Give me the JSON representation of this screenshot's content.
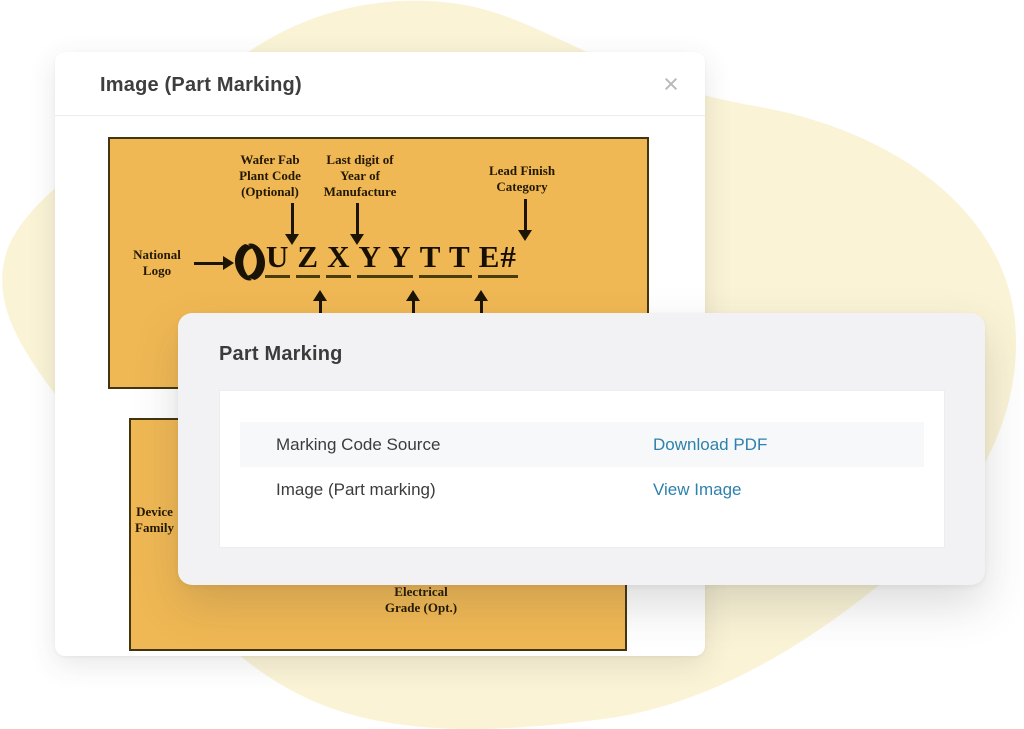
{
  "modal": {
    "title": "Image (Part Marking)",
    "close_glyph": "×",
    "diagram": {
      "labels": {
        "wafer_fab": "Wafer Fab\nPlant Code\n(Optional)",
        "last_digit": "Last digit of\nYear of\nManufacture",
        "lead_finish": "Lead Finish\nCategory",
        "national_logo": "National\nLogo"
      },
      "marking_units": [
        "U",
        "Z",
        "X",
        "Y Y",
        "T T",
        "E#"
      ],
      "logo_name": "national-semiconductor-logo"
    },
    "diagram_bottom": {
      "labels": {
        "device_family": "Device\nFamily",
        "electrical_grade": "Electrical\nGrade (Opt.)"
      }
    }
  },
  "popover": {
    "title": "Part Marking",
    "rows": [
      {
        "label": "Marking Code Source",
        "action": "Download PDF"
      },
      {
        "label": "Image (Part marking)",
        "action": "View Image"
      }
    ]
  },
  "colors": {
    "blob": "#faf3d6",
    "diagram_bg": "#f0b854",
    "diagram_border": "#42350f",
    "diagram_text": "#231803",
    "link": "#2e81ac",
    "popover_bg": "#f2f2f4",
    "stripe_bg": "#f7f8f9"
  }
}
